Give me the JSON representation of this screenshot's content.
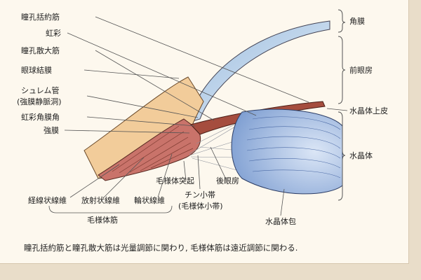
{
  "labels": {
    "pupil_sphincter": "瞳孔括約筋",
    "iris": "虹彩",
    "pupil_dilator": "瞳孔散大筋",
    "conjunctiva": "眼球結膜",
    "schlemm_1": "シュレム管",
    "schlemm_2": "(強膜静脈洞)",
    "iridocorneal_angle": "虹彩角膜角",
    "sclera": "強膜",
    "cornea": "角膜",
    "anterior_chamber": "前眼房",
    "lens_epithelium": "水晶体上皮",
    "lens": "水晶体",
    "ciliary_process": "毛様体突起",
    "posterior_chamber": "後眼房",
    "zonule_1": "チン小帯",
    "zonule_2": "(毛様体小帯)",
    "lens_capsule": "水晶体包",
    "meridional": "経線状線維",
    "radial": "放射状線維",
    "circular": "輪状線維",
    "ciliary_muscle": "毛様体筋"
  },
  "caption": "瞳孔括約筋と瞳孔散大筋は光量調節に関わり, 毛様体筋は遠近調節に関わる.",
  "colors": {
    "cornea": "#bcd3ea",
    "sclera": "#f2cc9a",
    "muscle": "#c9736a",
    "iris": "#a54d3e",
    "lens": "#98b3dd",
    "panel": "#fdf8ee",
    "page": "#e9ddc9"
  }
}
